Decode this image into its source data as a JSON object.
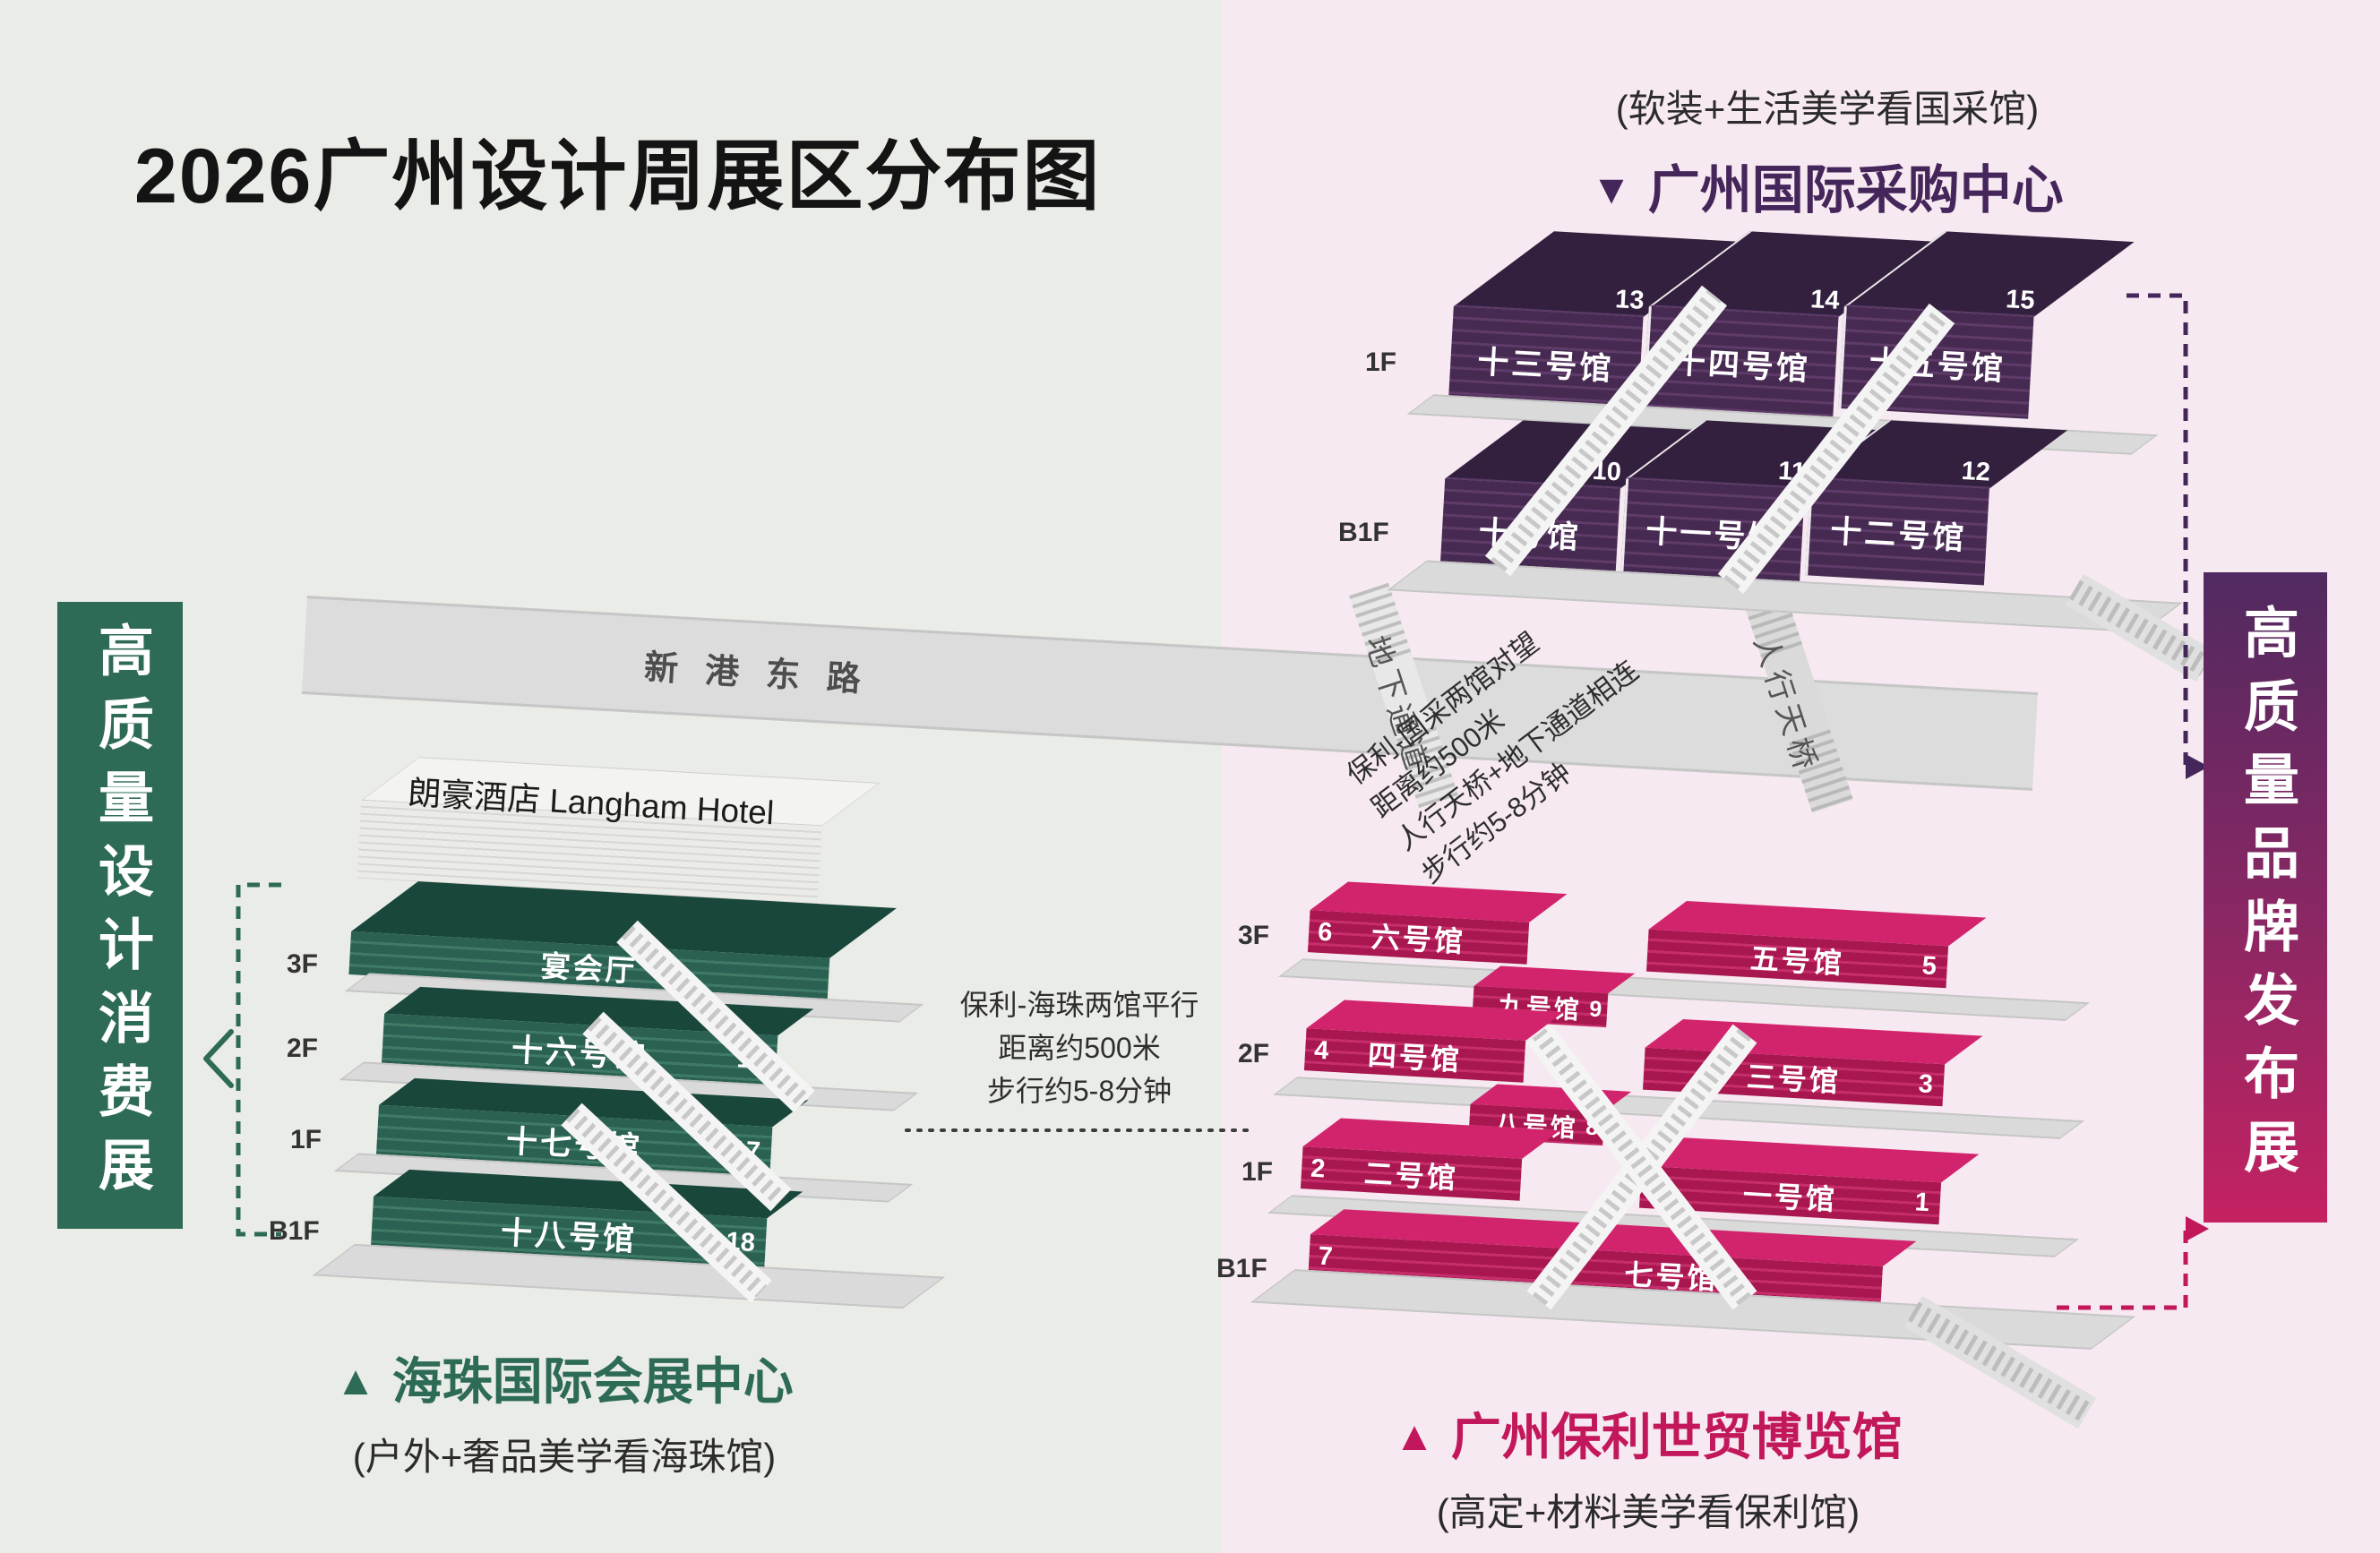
{
  "title": "2026广州设计周展区分布图",
  "banners": {
    "left": "高质量设计消费展",
    "right": "高质量品牌发布展"
  },
  "road": {
    "name": "新港东路",
    "underpass": "地下通道",
    "footbridge": "人行天桥"
  },
  "notes": {
    "bridge": [
      "保利-国采两馆对望",
      "距离约500米",
      "人行天桥+地下通道相连",
      "步行约5-8分钟"
    ],
    "parallel": [
      "保利-海珠两馆平行",
      "距离约500米",
      "步行约5-8分钟"
    ]
  },
  "guocai": {
    "subtitle": "(软装+生活美学看国采馆)",
    "marker": "▼",
    "name": "广州国际采购中心",
    "floor_labels": [
      "1F",
      "B1F"
    ],
    "halls": [
      {
        "name": "十三号馆",
        "num": "13"
      },
      {
        "name": "十四号馆",
        "num": "14"
      },
      {
        "name": "十五号馆",
        "num": "15"
      },
      {
        "name": "十号馆",
        "num": "10"
      },
      {
        "name": "十一号馆",
        "num": "11"
      },
      {
        "name": "十二号馆",
        "num": "12"
      }
    ]
  },
  "haizhu": {
    "marker": "▲",
    "name": "海珠国际会展中心",
    "subtitle": "(户外+奢品美学看海珠馆)",
    "hotel": "朗豪酒店 Langham Hotel",
    "floor_labels": [
      "3F",
      "2F",
      "1F",
      "B1F"
    ],
    "halls": [
      {
        "name": "宴会厅",
        "num": ""
      },
      {
        "name": "十六号馆",
        "num": "16"
      },
      {
        "name": "十七号馆",
        "num": "17"
      },
      {
        "name": "十八号馆",
        "num": "18"
      }
    ]
  },
  "poly": {
    "marker": "▲",
    "name": "广州保利世贸博览馆",
    "subtitle": "(高定+材料美学看保利馆)",
    "floor_labels": [
      "3F",
      "2F",
      "1F",
      "B1F"
    ],
    "halls": [
      {
        "name": "六号馆",
        "num": "6"
      },
      {
        "name": "五号馆",
        "num": "5"
      },
      {
        "name": "九号馆",
        "num": "9"
      },
      {
        "name": "四号馆",
        "num": "4"
      },
      {
        "name": "三号馆",
        "num": "3"
      },
      {
        "name": "八号馆",
        "num": "8"
      },
      {
        "name": "二号馆",
        "num": "2"
      },
      {
        "name": "一号馆",
        "num": "1"
      },
      {
        "name": "七号馆",
        "num": "7"
      }
    ]
  },
  "colors": {
    "haizhu_green": "#2e6b57",
    "poly_pink": "#c2185b",
    "guocai_purple": "#45265b"
  }
}
